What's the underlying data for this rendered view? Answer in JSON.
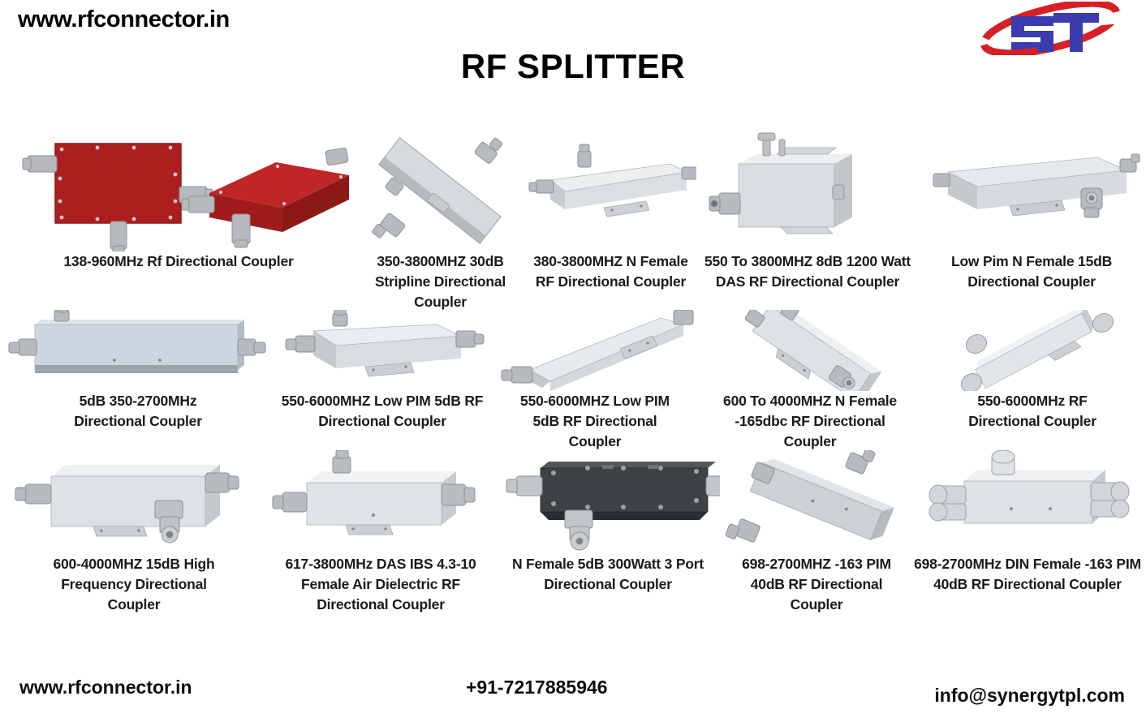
{
  "header": {
    "site_url": "www.rfconnector.in",
    "title": "RF SPLITTER",
    "logo_text": "ST",
    "logo_blue": "#3b3bb0",
    "logo_red": "#d81f26"
  },
  "products": [
    {
      "caption": "138-960MHz Rf Directional Coupler",
      "image": "red-dual-directional-coupler",
      "body_color": "#b42020",
      "connector_color": "#b9bcc0"
    },
    {
      "caption": "350-3800MHZ 30dB Stripline Directional Coupler",
      "image": "grey-diagonal-stripline-coupler",
      "body_color": "#d2d5d9",
      "connector_color": "#b0b4b8"
    },
    {
      "caption": "380-3800MHZ N Female RF Directional Coupler",
      "image": "grey-flat-slab-coupler",
      "body_color": "#e2e4e7",
      "connector_color": "#b0b4b8"
    },
    {
      "caption": "550 To 3800MHZ 8dB 1200 Watt DAS RF Directional Coupler",
      "image": "grey-block-das-coupler",
      "body_color": "#d7dadd",
      "connector_color": "#a9adb2"
    },
    {
      "caption": "Low Pim N Female 15dB Directional Coupler",
      "image": "grey-long-lowpim-coupler",
      "body_color": "#d9dde1",
      "connector_color": "#b0b4b8"
    },
    {
      "caption": "5dB 350-2700MHz Directional Coupler",
      "image": "bluegrey-long-bar-coupler",
      "body_color": "#ccd5de",
      "connector_color": "#aeb2b7"
    },
    {
      "caption": "550-6000MHZ Low PIM 5dB RF Directional Coupler",
      "image": "grey-slab-lowpim-coupler",
      "body_color": "#dfe2e5",
      "connector_color": "#aeb2b7"
    },
    {
      "caption": "550-6000MHZ Low PIM 5dB RF Directional Coupler",
      "image": "grey-angled-wedge-coupler",
      "body_color": "#dcdfe3",
      "connector_color": "#aeb2b7"
    },
    {
      "caption": "600 To 4000MHZ N Female -165dbc RF Directional Coupler",
      "image": "grey-upright-bar-coupler",
      "body_color": "#cfd3d7",
      "connector_color": "#a9adb2"
    },
    {
      "caption": "550-6000MHz RF Directional Coupler",
      "image": "grey-tilted-three-port-coupler",
      "body_color": "#dde0e4",
      "connector_color": "#c3c7cb"
    },
    {
      "caption": "600-4000MHZ 15dB High Frequency Directional Coupler",
      "image": "grey-box-three-port-coupler",
      "body_color": "#dcdfe3",
      "connector_color": "#b4b8bd"
    },
    {
      "caption": "617-3800MHz DAS IBS 4.3-10 Female Air Dielectric RF Directional Coupler",
      "image": "grey-air-dielectric-coupler",
      "body_color": "#e0e3e6",
      "connector_color": "#b4b8bd"
    },
    {
      "caption": "N Female 5dB 300Watt 3 Port Directional Coupler",
      "image": "black-three-port-coupler",
      "body_color": "#3a3f44",
      "connector_color": "#c2c6ca"
    },
    {
      "caption": "698-2700MHZ -163 PIM 40dB RF Directional Coupler",
      "image": "grey-slanted-pim-coupler",
      "body_color": "#c9ccd0",
      "connector_color": "#aeb2b7"
    },
    {
      "caption": "698-2700MHz DIN Female -163 PIM 40dB RF Directional Coupler",
      "image": "grey-din-female-coupler",
      "body_color": "#dde0e4",
      "connector_color": "#cfd3d7"
    }
  ],
  "footer": {
    "site_url": "www.rfconnector.in",
    "phone": "+91-7217885946",
    "email": "info@synergytpl.com"
  }
}
